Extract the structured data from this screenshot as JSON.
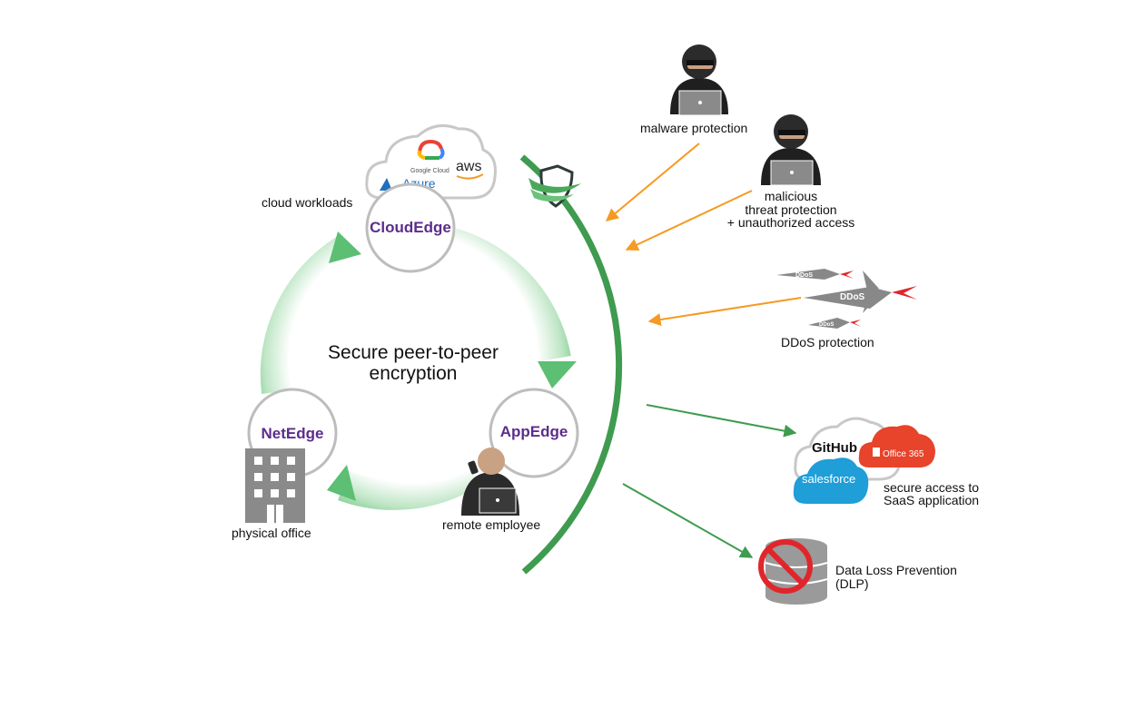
{
  "center": {
    "line1": "Secure peer-to-peer",
    "line2": "encryption"
  },
  "nodes": {
    "cloud": {
      "title": "CloudEdge",
      "caption": "cloud workloads"
    },
    "net": {
      "title": "NetEdge",
      "caption": "physical office"
    },
    "app": {
      "title": "AppEdge",
      "caption": "remote employee"
    }
  },
  "cloud_providers": {
    "google": "Google Cloud",
    "aws": "aws",
    "azure": "Azure"
  },
  "threats": {
    "malware": {
      "label": "malware protection"
    },
    "malicious": {
      "line1": "malicious",
      "line2": "threat protection",
      "line3": "+ unauthorized access"
    },
    "ddos": {
      "label": "DDoS protection",
      "tag": "DDoS"
    }
  },
  "outputs": {
    "saas": {
      "line1": "secure access to",
      "line2": "SaaS application",
      "github": "GitHub",
      "office": "Office 365",
      "salesforce": "salesforce"
    },
    "dlp": {
      "line1": "Data Loss Prevention",
      "line2": "(DLP)"
    }
  },
  "colors": {
    "ring_green": "#5cbf73",
    "shield_arc": "#3f9b4f",
    "threat_arrow": "#f59a23",
    "output_arrow": "#3f9b4f",
    "brand_purple": "#5b2d8c",
    "office_red": "#e8432b",
    "salesforce_blue": "#1f9ed8",
    "ban_red": "#e0262b"
  },
  "icons": {
    "shield": "shield-icon",
    "hacker": "hacker-icon",
    "missile": "missile-icon",
    "building": "building-icon",
    "employee": "employee-icon",
    "cloud": "cloud-icon",
    "database": "database-icon",
    "prohibited": "prohibited-icon"
  }
}
